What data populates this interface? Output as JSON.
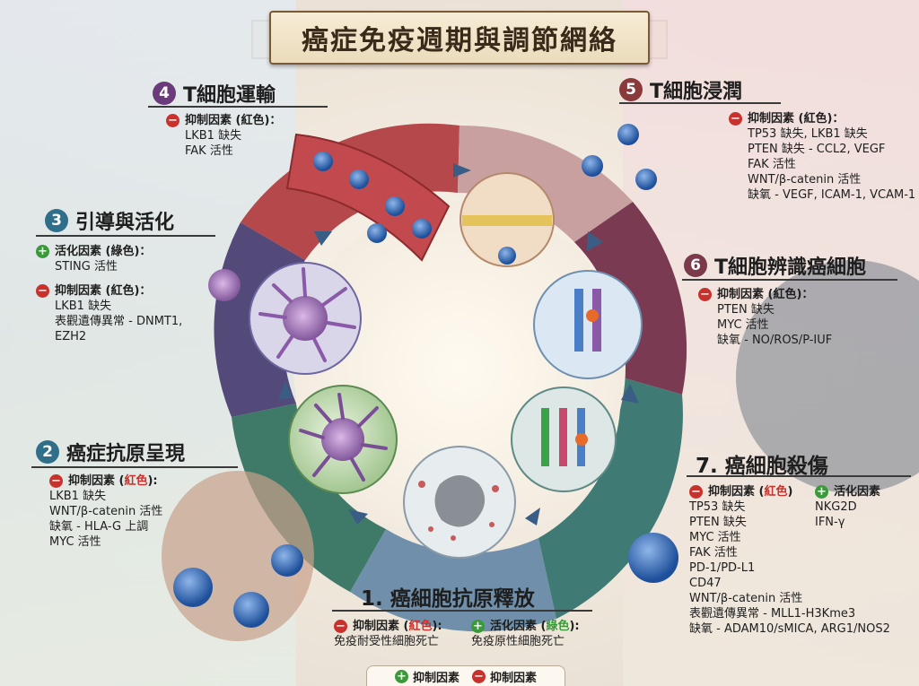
{
  "title": "癌症免疫週期與調節網絡",
  "colors": {
    "inhibit": "#c9312c",
    "activate": "#3a9a3a",
    "step2": "#2f6f8a",
    "step3": "#2f6f8a",
    "step4": "#6a3a7a",
    "step5": "#8a3a3a",
    "step6": "#7a3a4a"
  },
  "steps": {
    "s1": {
      "title": "1. 癌細胞抗原釋放",
      "inhibit_label": "抑制因素 (",
      "inhibit_color_word": "紅色",
      "inhibit_close": "):",
      "inhibit_items": [
        "免疫耐受性細胞死亡"
      ],
      "activate_label": "活化因素 (",
      "activate_color_word": "綠色",
      "activate_close": "):",
      "activate_items": [
        "免疫原性細胞死亡"
      ]
    },
    "s2": {
      "number": "2",
      "title": "癌症抗原呈現",
      "inhibit_label": "抑制因素 (",
      "inhibit_color_word": "紅色",
      "inhibit_close": "):",
      "inhibit_items": [
        "LKB1 缺失",
        "WNT/β-catenin 活性",
        "缺氧 - HLA-G 上調",
        "MYC 活性"
      ]
    },
    "s3": {
      "number": "3",
      "title": "引導與活化",
      "activate_label": "活化因素 (綠色)：",
      "activate_items": [
        "STING 活性"
      ],
      "inhibit_label": "抑制因素 (紅色)：",
      "inhibit_items": [
        "LKB1 缺失",
        "表觀遺傳異常 - DNMT1,",
        "EZH2"
      ]
    },
    "s4": {
      "number": "4",
      "title": "T細胞運輸",
      "inhibit_label": "抑制因素 (紅色)：",
      "inhibit_items": [
        "LKB1 缺失",
        "FAK 活性"
      ]
    },
    "s5": {
      "number": "5",
      "title": "T細胞浸潤",
      "inhibit_label": "抑制因素 (紅色)：",
      "inhibit_items": [
        "TP53 缺失, LKB1 缺失",
        "PTEN 缺失 - CCL2, VEGF",
        "FAK 活性",
        "WNT/β-catenin 活性",
        "缺氧 - VEGF, ICAM-1, VCAM-1"
      ]
    },
    "s6": {
      "number": "6",
      "title": "T細胞辨識癌細胞",
      "inhibit_label": "抑制因素 (紅色)：",
      "inhibit_items": [
        "PTEN 缺失",
        "MYC 活性",
        "缺氧 - NO/ROS/P-IUF"
      ]
    },
    "s7": {
      "title": "7. 癌細胞殺傷",
      "inhibit_label": "抑制因素 (",
      "inhibit_color_word": "紅色",
      "inhibit_close": ")",
      "inhibit_items": [
        "TP53 缺失",
        "PTEN 缺失",
        "MYC 活性",
        "FAK 活性",
        "PD-1/PD-L1",
        "CD47",
        "WNT/β-catenin 活性",
        "表觀遺傳異常 - MLL1-H3Kme3",
        "缺氧 - ADAM10/sMICA, ARG1/NOS2"
      ],
      "activate_label": "活化因素",
      "activate_items": [
        "NKG2D",
        "IFN-γ"
      ]
    }
  },
  "legend": {
    "activate": "抑制因素",
    "inhibit": "抑制因素"
  }
}
